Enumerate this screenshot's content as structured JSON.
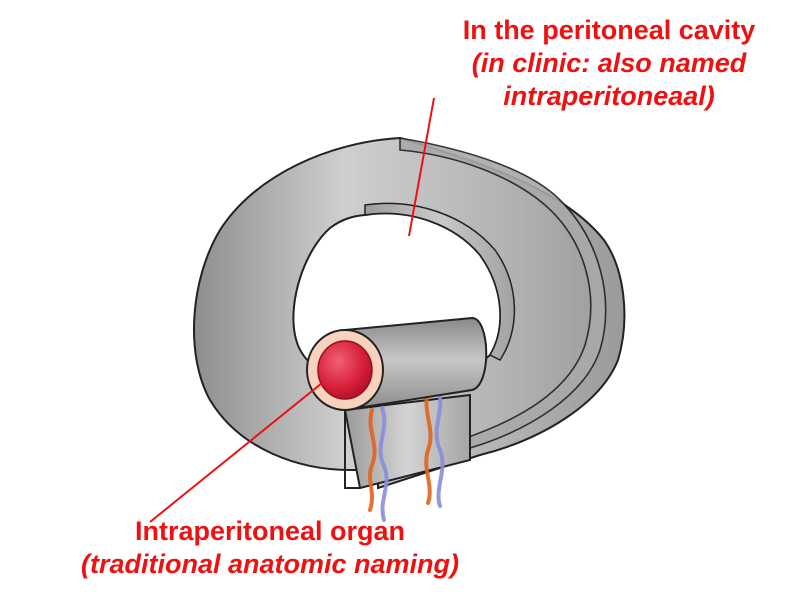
{
  "labels": {
    "cavity": {
      "line1": "In the peritoneal cavity",
      "line2": "(in clinic: also named",
      "line3": "intraperitoneaal)"
    },
    "organ": {
      "line1": "Intraperitoneal organ",
      "line2": "(traditional anatomic naming)"
    }
  },
  "colors": {
    "label": "#ee1111",
    "pointer_line": "#ee1111",
    "wall_fill": "#b8b8b8",
    "wall_stroke": "#222222",
    "organ_lumen": "#d8203a",
    "organ_wall": "#f7d2bd",
    "artery": "#e0641e",
    "vein": "#8a8ed8"
  }
}
